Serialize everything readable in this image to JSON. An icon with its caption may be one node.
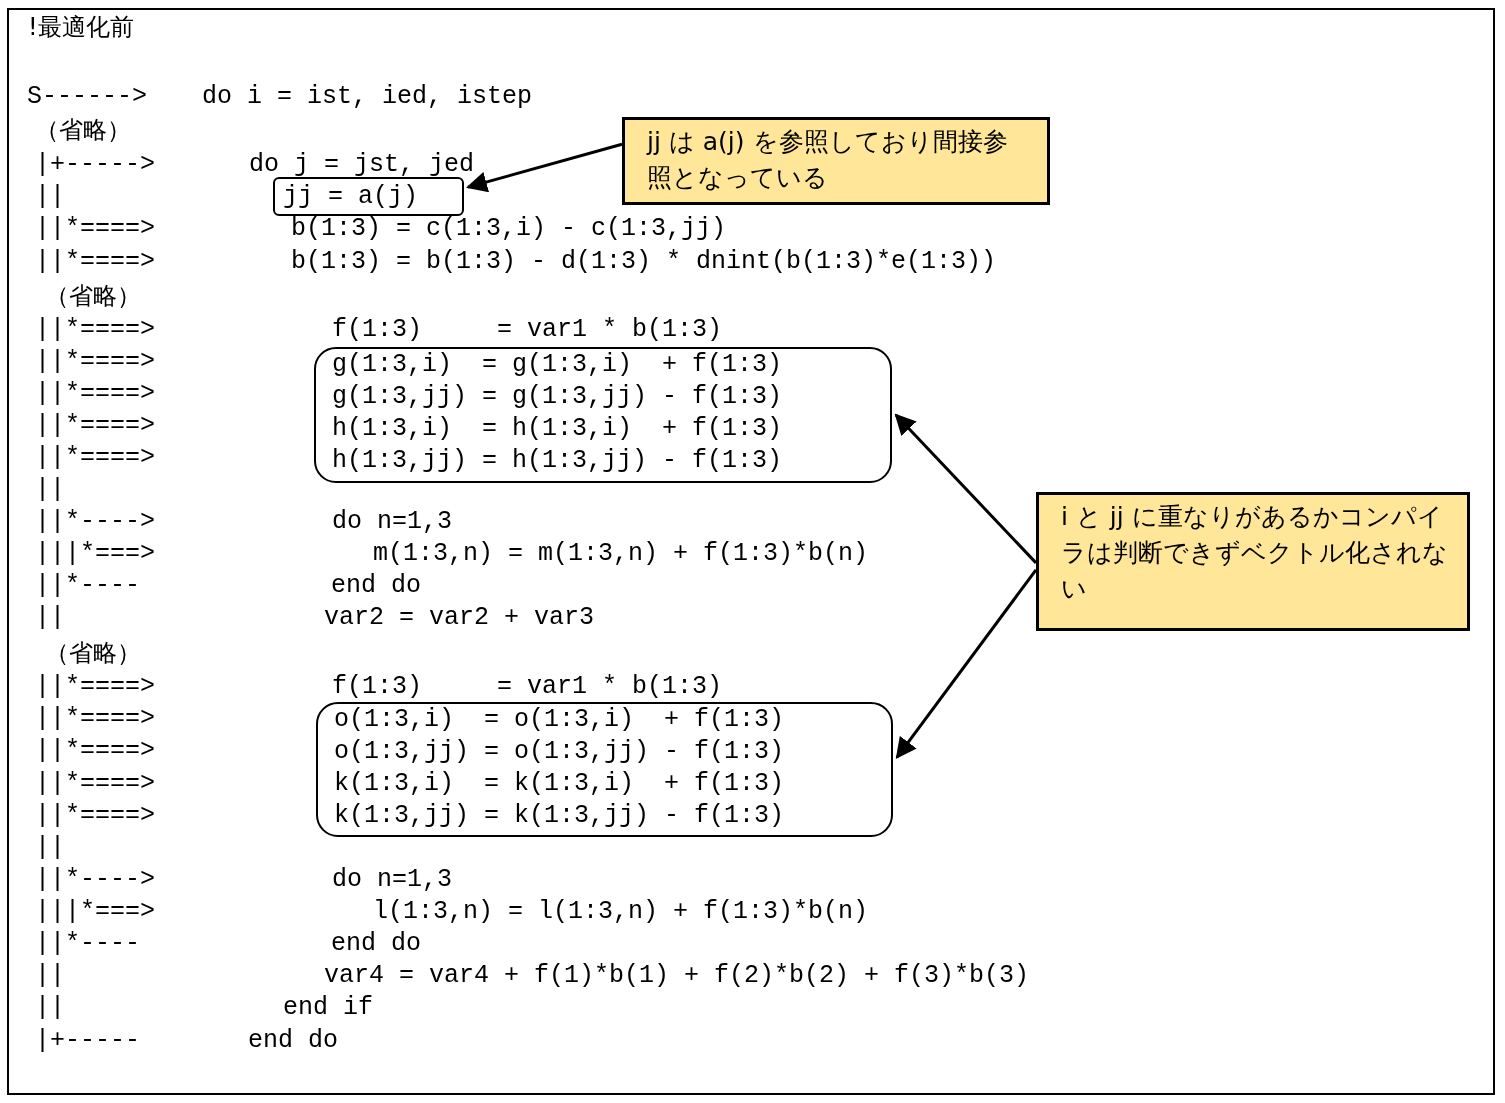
{
  "diagram": {
    "nodes": [
      {
        "text": [
          "jj = a(j)"
        ]
      },
      {
        "text": [
          "g(1:3,i)  = g(1:3,i)  + f(1:3)",
          "g(1:3,jj) = g(1:3,jj) - f(1:3)",
          "h(1:3,i)  = h(1:3,i)  + f(1:3)",
          "h(1:3,jj) = h(1:3,jj) - f(1:3)"
        ]
      },
      {
        "text": [
          "o(1:3,i)  = o(1:3,i)  + f(1:3)",
          "o(1:3,jj) = o(1:3,jj) - f(1:3)",
          "k(1:3,i)  = k(1:3,i)  + f(1:3)",
          "k(1:3,jj) = k(1:3,jj) - f(1:3)"
        ]
      },
      {
        "text": [
          "jj は a(j) を参照しており間接参照となっている"
        ]
      },
      {
        "text": [
          "i と jj に重なりがあるかコンパイラは判断できずベクトル化されない"
        ]
      }
    ],
    "edges": [
      {
        "from": 3,
        "to": 0,
        "arrow": "to"
      },
      {
        "from": 4,
        "to": 1,
        "arrow": "to"
      },
      {
        "from": 4,
        "to": 2,
        "arrow": "to"
      }
    ],
    "labels": [
      "!最適化前",
      "S------>",
      "do i = ist, ied, istep",
      "（省略）",
      "|+----->",
      "do j = jst, jed",
      "||",
      "||*====>",
      "b(1:3) = c(1:3,i) - c(1:3,jj)",
      "||*====>",
      "b(1:3) = b(1:3) - d(1:3) * dnint(b(1:3)*e(1:3))",
      "（省略）",
      "||*====>",
      "f(1:3)     = var1 * b(1:3)",
      "||*====>",
      "||*====>",
      "||*====>",
      "||*====>",
      "||",
      "||*---->",
      "do n=1,3",
      "|||*===>",
      "m(1:3,n) = m(1:3,n) + f(1:3)*b(n)",
      "||*----",
      "end do",
      "||",
      "var2 = var2 + var3",
      "（省略）",
      "||*====>",
      "f(1:3)     = var1 * b(1:3)",
      "||*====>",
      "||*====>",
      "||*====>",
      "||*====>",
      "||",
      "||*---->",
      "do n=1,3",
      "|||*===>",
      "l(1:3,n) = l(1:3,n) + f(1:3)*b(n)",
      "||*----",
      "end do",
      "||",
      "var4 = var4 + f(1)*b(1) + f(2)*b(2) + f(3)*b(3)",
      "||",
      "end if",
      "|+-----",
      "end do"
    ]
  }
}
